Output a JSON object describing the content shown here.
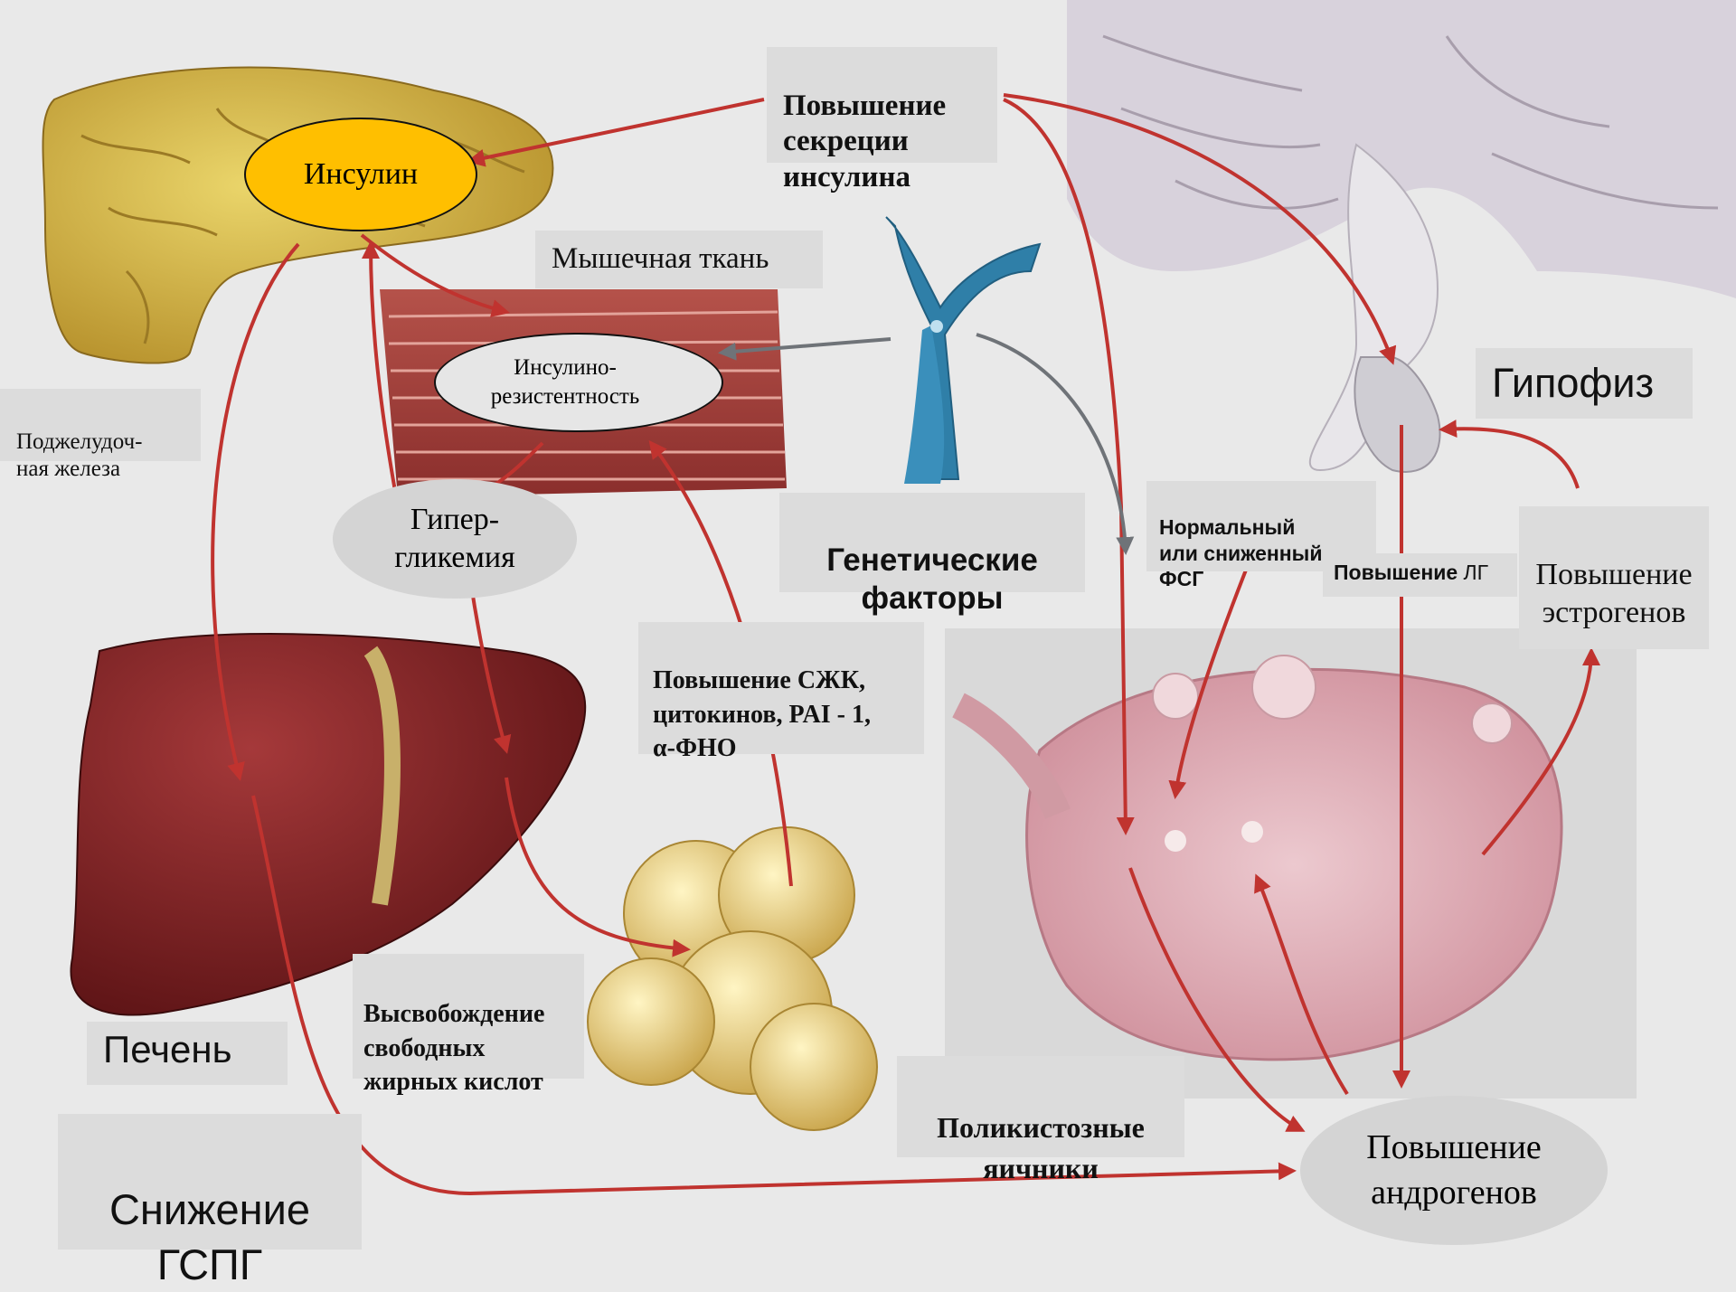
{
  "labels": {
    "insulin": "Инсулин",
    "insulin_secretion": "Повышение секреции инсулина",
    "muscle": "Мышечная ткань",
    "insulin_resistance": "Инсулино-\nрезистентность",
    "pancreas": "Поджелудоч-\nная железа",
    "hyperglycemia": "Гипер-\nгликемия",
    "genetic": "Генетические\nфакторы",
    "pituitary": "Гипофиз",
    "fsh": "Нормальный\nили сниженный\nФСГ",
    "lh_bold": "Повышение",
    "lh_plain": " ЛГ",
    "estrogen": "Повышение\nэстрогенов",
    "ffa_cytokines": "Повышение СЖК,\nцитокинов, PAI - 1,\nα-ФНО",
    "liver": "Печень",
    "ffa_release": "Высвобождение\nсвободных\nжирных кислот",
    "pco": "Поликистозные\nяичники",
    "shbg": "Снижение\nГСПГ",
    "androgens": "Повышение\nандрогенов"
  },
  "colors": {
    "arrow": "#c0332f",
    "insulin_fill": "#ffbf00",
    "liver": "#7a1f1f",
    "pancreas": "#d9b640",
    "chromosome": "#2f7fa8",
    "ovary": "#e0b4bd",
    "brain": "#d8d2dc"
  }
}
